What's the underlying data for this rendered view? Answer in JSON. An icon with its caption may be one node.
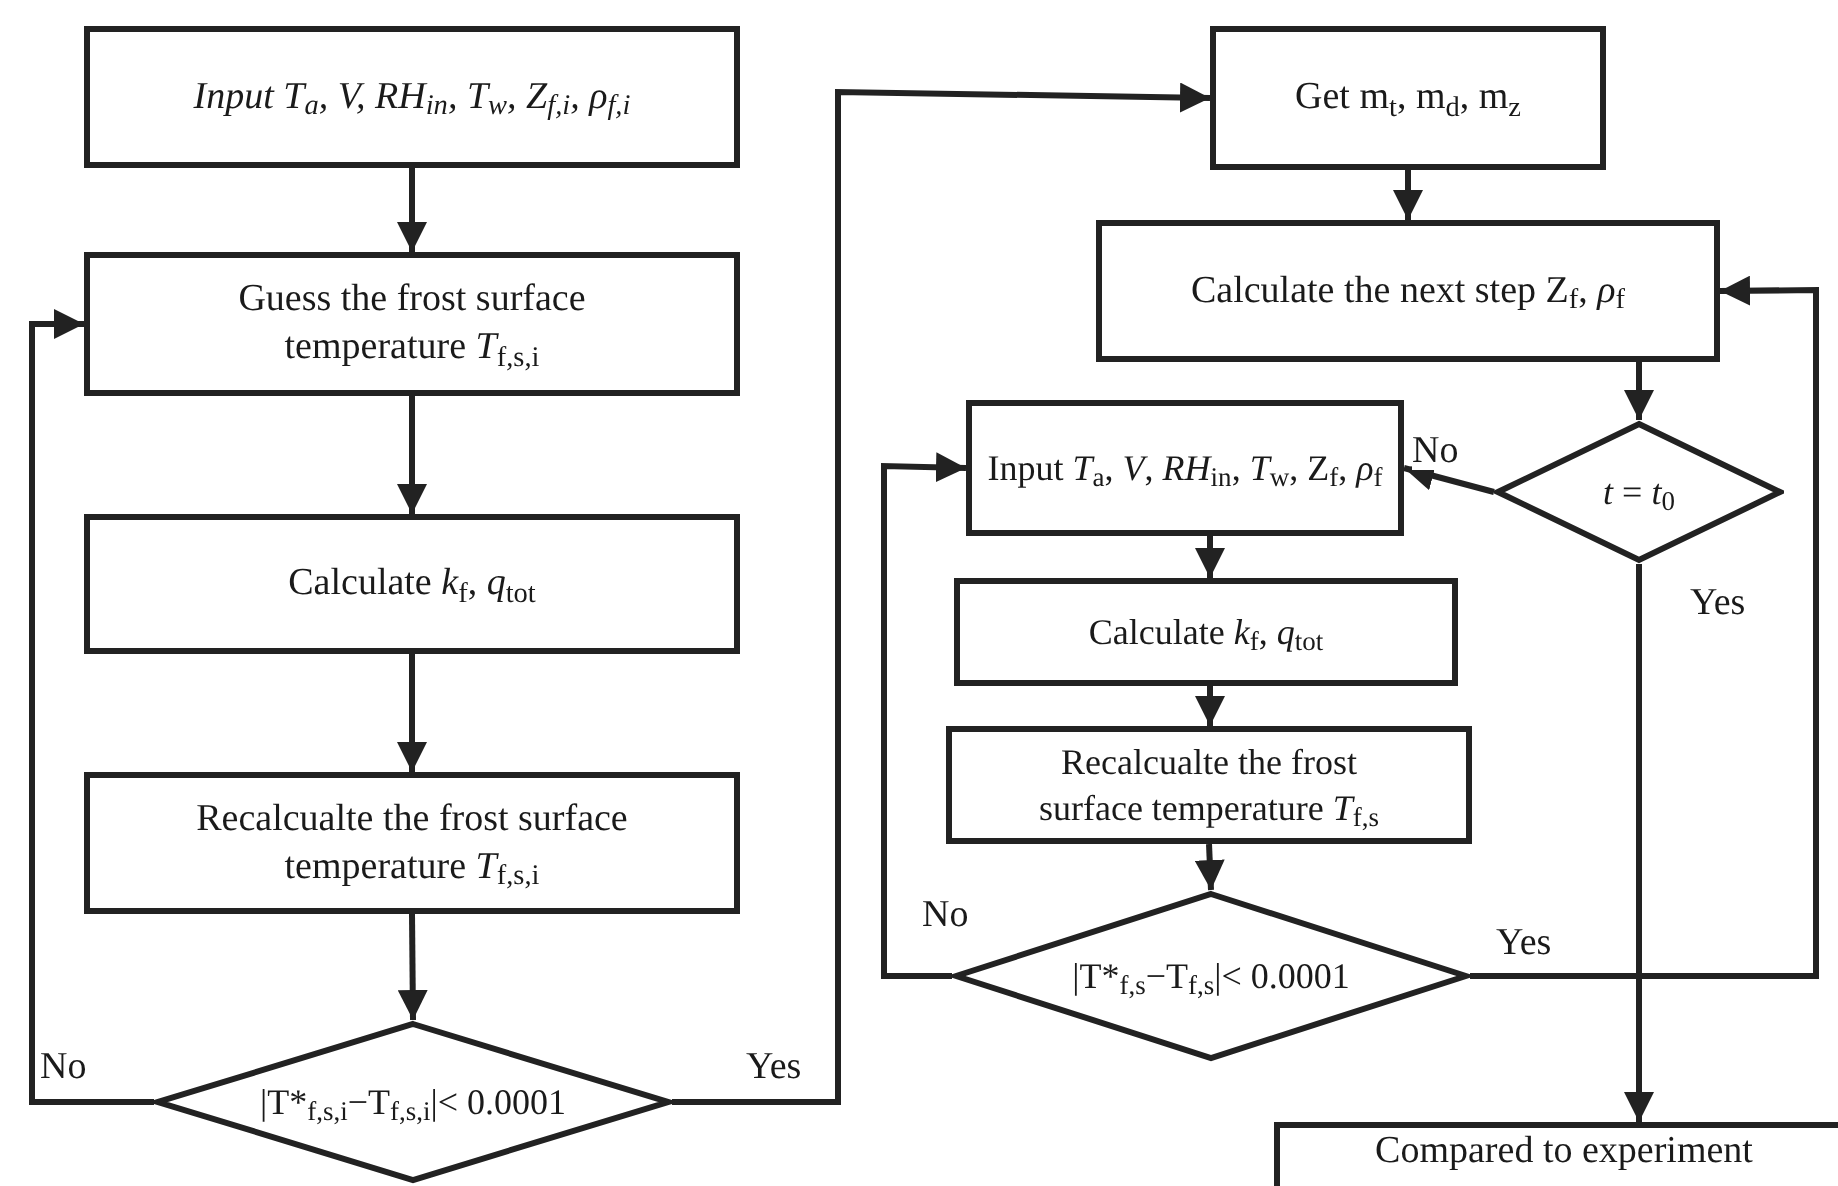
{
  "diagram": {
    "nodes": [
      {
        "text": [
          "Input T$_{a}$, V, RH$_{in}$, T$_{w}$, Z$_{f,i}$, ρ$_{f,i}$"
        ]
      },
      {
        "text": [
          "Guess the frost surface temperature *T*$_{f,s,i}$"
        ]
      },
      {
        "text": [
          "Calculate *k*$_{f}$, *q*$_{tot}$"
        ]
      },
      {
        "text": [
          "Recalcualte the frost surface temperature *T*$_{f,s,i}$"
        ]
      },
      {
        "text": [
          "|T*$_{f,s,i}$−T$_{f,s,i}$|< 0.0001"
        ]
      },
      {
        "text": [
          "Get m$_{t}$, m$_{d}$, m$_{z}$"
        ]
      },
      {
        "text": [
          "Calculate the next step Z$_{f}$, *ρ*$_{f}$"
        ]
      },
      {
        "text": [
          "*t* = *t*$_{0}$"
        ]
      },
      {
        "text": [
          "Input *T*$_{a}$, *V*, *RH*$_{in}$, *T*$_{w}$, Z$_{f}$, *ρ*$_{f}$"
        ]
      },
      {
        "text": [
          "Calculate *k*$_{f}$, *q*$_{tot}$"
        ]
      },
      {
        "text": [
          "Recalcualte the frost surface temperature *T*$_{f,s}$"
        ]
      },
      {
        "text": [
          "|T*$_{f,s}$−T$_{f,s}$|< 0.0001"
        ]
      },
      {
        "text": [
          "Compared to experiment"
        ]
      }
    ],
    "edges": [
      {
        "from": 0,
        "to": 1,
        "arrow": "to"
      },
      {
        "from": 1,
        "to": 2,
        "arrow": "to"
      },
      {
        "from": 2,
        "to": 3,
        "arrow": "to"
      },
      {
        "from": 3,
        "to": 4,
        "arrow": "to"
      },
      {
        "from": 4,
        "to": 1,
        "arrow": "to",
        "label": "No"
      },
      {
        "from": 4,
        "to": 5,
        "arrow": "to",
        "label": "Yes"
      },
      {
        "from": 5,
        "to": 6,
        "arrow": "to"
      },
      {
        "from": 6,
        "to": 7,
        "arrow": "to"
      },
      {
        "from": 7,
        "to": 8,
        "arrow": "to",
        "label": "No"
      },
      {
        "from": 7,
        "to": 12,
        "arrow": "to",
        "label": "Yes"
      },
      {
        "from": 8,
        "to": 9,
        "arrow": "to"
      },
      {
        "from": 9,
        "to": 10,
        "arrow": "to"
      },
      {
        "from": 10,
        "to": 11,
        "arrow": "to"
      },
      {
        "from": 11,
        "to": 8,
        "arrow": "to",
        "label": "No"
      },
      {
        "from": 11,
        "to": 6,
        "arrow": "to",
        "label": "Yes"
      }
    ]
  }
}
